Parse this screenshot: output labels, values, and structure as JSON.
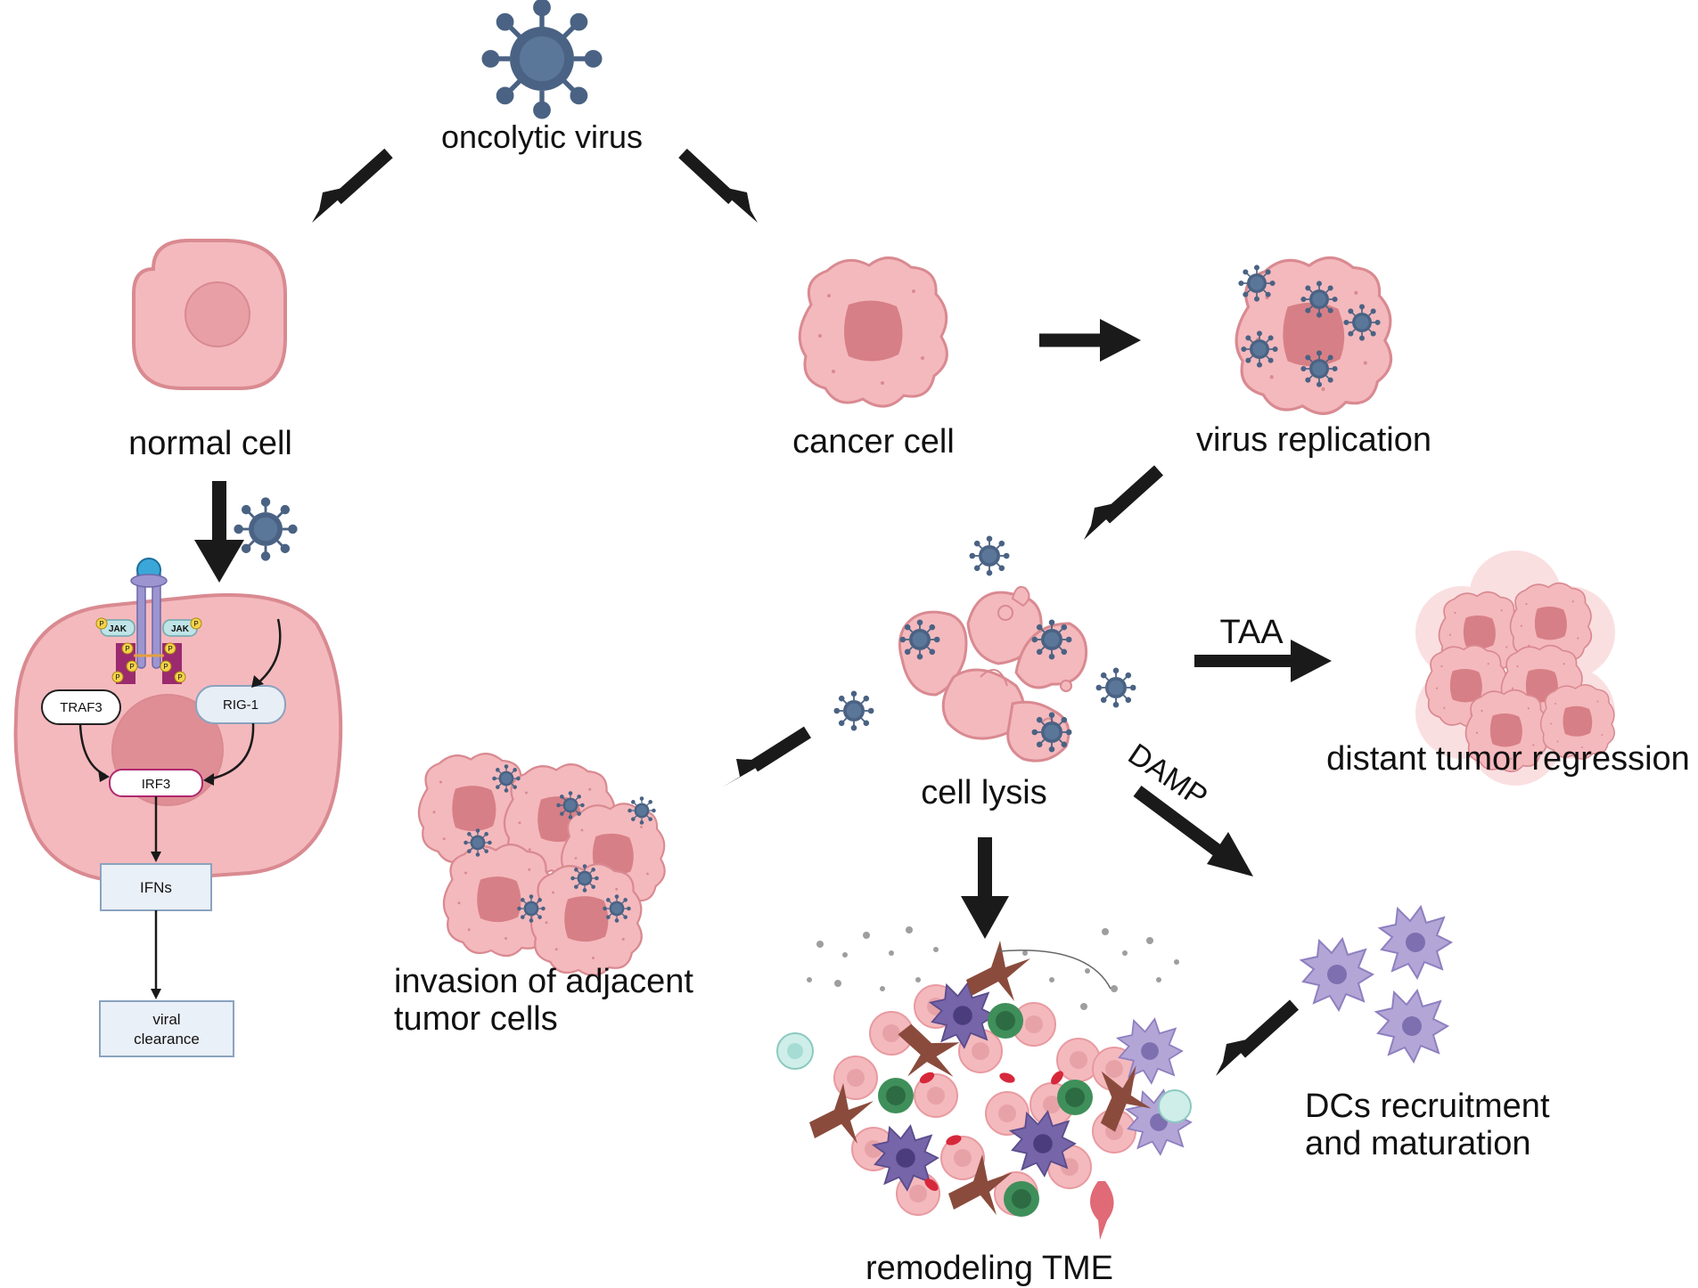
{
  "labels": {
    "oncolytic_virus": "oncolytic virus",
    "normal_cell": "normal cell",
    "cancer_cell": "cancer cell",
    "virus_replication": "virus replication",
    "cell_lysis": "cell lysis",
    "taa": "TAA",
    "damp": "DAMP",
    "distant_tumor_regression": "distant tumor regression",
    "invasion_line1": "invasion of adjacent",
    "invasion_line2": "tumor cells",
    "remodeling_tme": "remodeling TME",
    "dcs_line1": "DCs recruitment",
    "dcs_line2": "and maturation"
  },
  "pathway": {
    "jak": "JAK",
    "phospho": "P",
    "traf3": "TRAF3",
    "rig1": "RIG-1",
    "irf3": "IRF3",
    "ifns": "IFNs",
    "viral_clearance_line1": "viral",
    "viral_clearance_line2": "clearance"
  },
  "colors": {
    "virus": "#4a6283",
    "cell_fill": "#f4b9bd",
    "cell_stroke": "#d98a91",
    "nucleus": "#d77f86",
    "arrow": "#1a1a1a",
    "dc": "#b3a6d6",
    "t_cell": "#3f8f5a",
    "fibroblast": "#8a4b3c",
    "rbc": "#d7283b"
  }
}
